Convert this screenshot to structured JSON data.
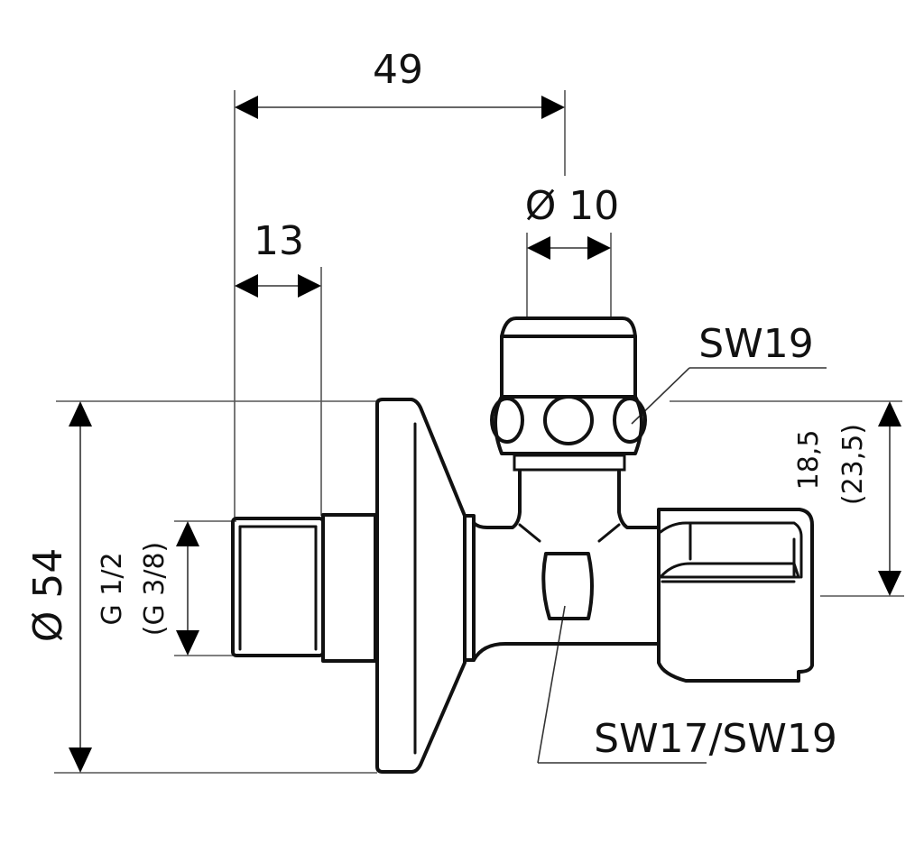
{
  "drawing": {
    "subject": "Angle valve dimension drawing",
    "colors": {
      "line": "#111111",
      "background": "#ffffff"
    },
    "dimensions": {
      "overall_length": "49",
      "thread_length": "13",
      "outlet_diameter": "Ø 10",
      "rosette_diameter": "Ø 54",
      "inlet_thread": "G 1/2",
      "inlet_thread_alt": "(G 3/8)",
      "outlet_offset": "18,5",
      "outlet_offset_alt": "(23,5)"
    },
    "callouts": {
      "handle_wrench_size": "SW19",
      "body_wrench_size": "SW17/SW19"
    }
  }
}
